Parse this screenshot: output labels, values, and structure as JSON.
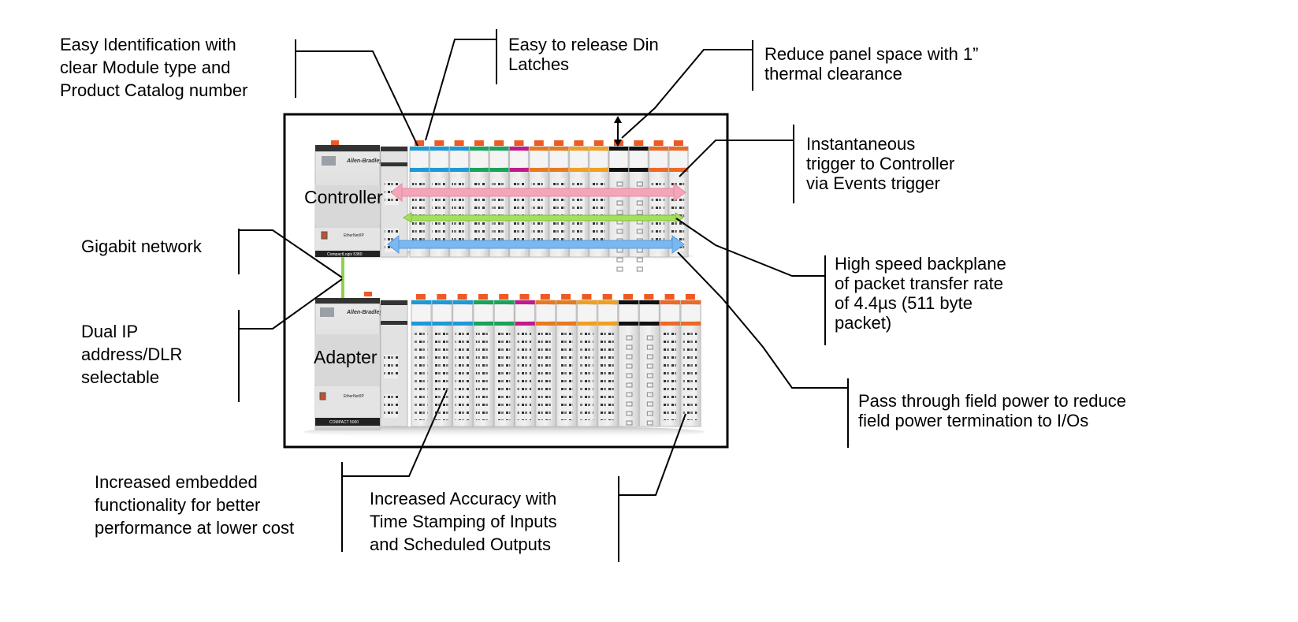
{
  "diagram": {
    "subject": "Compact 5000 / CompactLogix 5380 controller and adapter system",
    "hardware": {
      "controller_label": "Controller",
      "adapter_label": "Adapter",
      "brand": "Allen-Bradley",
      "controller_footer": "CompactLogix 5380",
      "adapter_footer": "COMPACT 5000",
      "network_label": "EtherNet/IP",
      "arrow_colors": {
        "events": "#f4a6b8",
        "backplane": "#a6e05a",
        "field_power": "#7ab8f2"
      },
      "network_link_color": "#8fd14f",
      "module_label_colors": [
        "#1d9ad6",
        "#1d9ad6",
        "#1d9ad6",
        "#1aa35a",
        "#1aa35a",
        "#c21a8c",
        "#e87a1e",
        "#e87a1e",
        "#f0a020",
        "#f0a020",
        "#111111",
        "#111111",
        "#ee6a24",
        "#ee6a24"
      ],
      "latch_color": "#ee5a24"
    },
    "callouts": [
      {
        "id": "identification",
        "text": "Easy Identification with\nclear Module type and\nProduct Catalog number"
      },
      {
        "id": "din-latches",
        "text": "Easy to release Din\nLatches"
      },
      {
        "id": "panel-space",
        "text": "Reduce panel space with 1”\nthermal clearance"
      },
      {
        "id": "events-trigger",
        "text": "Instantaneous\ntrigger to Controller\nvia Events trigger"
      },
      {
        "id": "gigabit",
        "text": "Gigabit network"
      },
      {
        "id": "dual-ip",
        "text": "Dual IP\naddress/DLR\nselectable"
      },
      {
        "id": "backplane",
        "text": "High speed backplane\nof packet transfer rate\nof 4.4µs (511 byte\npacket)"
      },
      {
        "id": "field-power",
        "text": "Pass through field power to reduce\nfield power termination to I/Os"
      },
      {
        "id": "embedded",
        "text": "Increased embedded\nfunctionality for better\nperformance at lower cost"
      },
      {
        "id": "time-stamping",
        "text": "Increased Accuracy with\nTime Stamping of Inputs\nand Scheduled Outputs"
      }
    ]
  }
}
